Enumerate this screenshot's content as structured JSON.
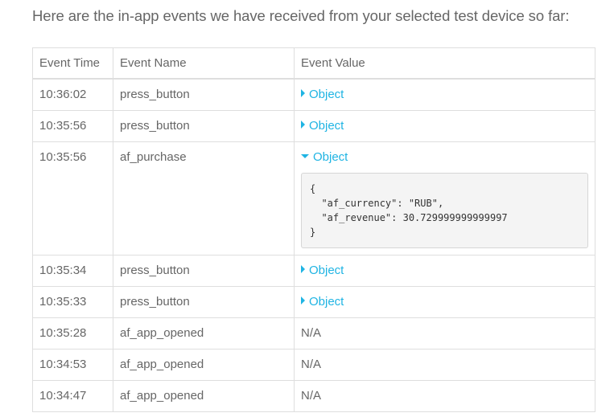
{
  "intro_text": "Here are the in-app events we have received from your selected test device so far:",
  "table": {
    "headers": [
      "Event Time",
      "Event Name",
      "Event Value"
    ],
    "rows": [
      {
        "time": "10:36:02",
        "name": "press_button",
        "value": "Object",
        "expanded": false
      },
      {
        "time": "10:35:56",
        "name": "press_button",
        "value": "Object",
        "expanded": false
      },
      {
        "time": "10:35:56",
        "name": "af_purchase",
        "value": "Object",
        "expanded": true,
        "json": "{\n  \"af_currency\": \"RUB\",\n  \"af_revenue\": 30.729999999999997\n}"
      },
      {
        "time": "10:35:34",
        "name": "press_button",
        "value": "Object",
        "expanded": false
      },
      {
        "time": "10:35:33",
        "name": "press_button",
        "value": "Object",
        "expanded": false
      },
      {
        "time": "10:35:28",
        "name": "af_app_opened",
        "value": "N/A"
      },
      {
        "time": "10:34:53",
        "name": "af_app_opened",
        "value": "N/A"
      },
      {
        "time": "10:34:47",
        "name": "af_app_opened",
        "value": "N/A"
      }
    ]
  },
  "colors": {
    "link": "#1fb4e3",
    "text": "#666666",
    "border": "#dedede"
  }
}
